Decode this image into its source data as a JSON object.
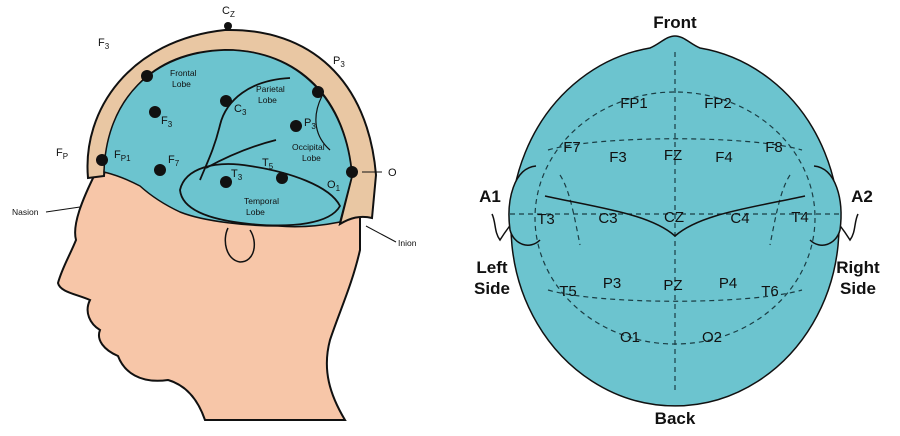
{
  "side_view": {
    "electrodes": [
      {
        "label": "C",
        "sub": "Z"
      },
      {
        "label": "F",
        "sub": "3"
      },
      {
        "label": "P",
        "sub": "3"
      },
      {
        "label": "F",
        "sub": "P"
      },
      {
        "label": "F",
        "sub": "P1"
      },
      {
        "label": "F",
        "sub": "3"
      },
      {
        "label": "F",
        "sub": "7"
      },
      {
        "label": "C",
        "sub": "3"
      },
      {
        "label": "P",
        "sub": "3"
      },
      {
        "label": "T",
        "sub": "3"
      },
      {
        "label": "T",
        "sub": "5"
      },
      {
        "label": "O",
        "sub": "1"
      },
      {
        "label": "O",
        "sub": ""
      }
    ],
    "landmarks": [
      "Nasion",
      "Inion"
    ],
    "regions": [
      {
        "line1": "Frontal",
        "line2": "Lobe"
      },
      {
        "line1": "Parietal",
        "line2": "Lobe"
      },
      {
        "line1": "Occipital",
        "line2": "Lobe"
      },
      {
        "line1": "Temporal",
        "line2": "Lobe"
      }
    ]
  },
  "top_view": {
    "front_label": "Front",
    "back_label": "Back",
    "left": {
      "line1": "Left",
      "line2": "Side"
    },
    "right": {
      "line1": "Right",
      "line2": "Side"
    },
    "electrodes": [
      "FP1",
      "FP2",
      "F7",
      "F3",
      "FZ",
      "F4",
      "F8",
      "A1",
      "T3",
      "C3",
      "CZ",
      "C4",
      "T4",
      "A2",
      "P3",
      "PZ",
      "P4",
      "T5",
      "T6",
      "O1",
      "O2"
    ]
  },
  "colors": {
    "brain": "#6cc4cf",
    "skin": "#f7c6a8",
    "skull": "#e9c7a3",
    "outline": "#111111"
  }
}
